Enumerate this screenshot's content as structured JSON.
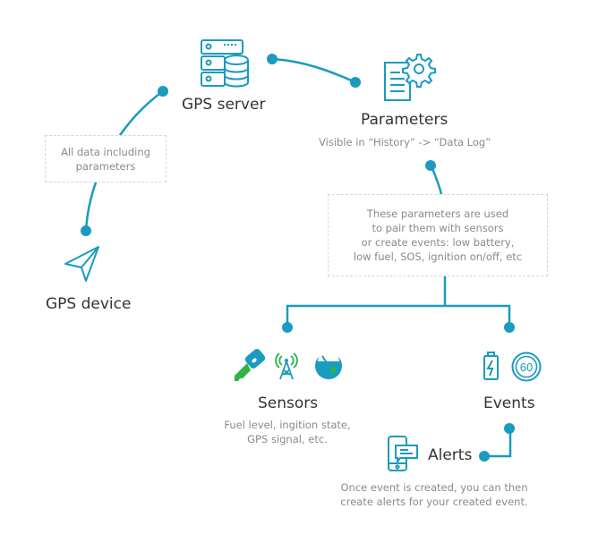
{
  "colors": {
    "accent": "#1a9bbf",
    "title_text": "#333333",
    "muted_text": "#8a8a8a",
    "dashed_border": "#d6d6d6",
    "green": "#2fb34a"
  },
  "nodes": {
    "gps_server": {
      "title": "GPS server",
      "icon": "server-database-icon"
    },
    "parameters": {
      "title": "Parameters",
      "subtitle": "Visible in “History” -> “Data Log”",
      "icon": "document-gear-icon"
    },
    "gps_device": {
      "title": "GPS device",
      "icon": "navigation-arrow-icon"
    },
    "sensors": {
      "title": "Sensors",
      "subtitle_lines": [
        "Fuel level, ingition state,",
        "GPS signal, etc."
      ],
      "icons": [
        "car-key-icon",
        "signal-tower-icon",
        "fuel-gauge-icon"
      ]
    },
    "events": {
      "title": "Events",
      "icons": [
        "battery-charge-icon",
        "speed-limit-icon"
      ],
      "speed_limit_value": "60"
    },
    "alerts": {
      "title": "Alerts",
      "subtitle_lines": [
        "Once event is created, you can then",
        "create alerts for your created event."
      ],
      "icon": "phone-message-icon"
    }
  },
  "notes": {
    "all_data": [
      "All data including",
      "parameters"
    ],
    "parameters_usage": [
      "These parameters are used",
      "to pair them with sensors",
      "or create events:  low battery,",
      "low fuel, SOS, ignition on/off, etc"
    ]
  }
}
